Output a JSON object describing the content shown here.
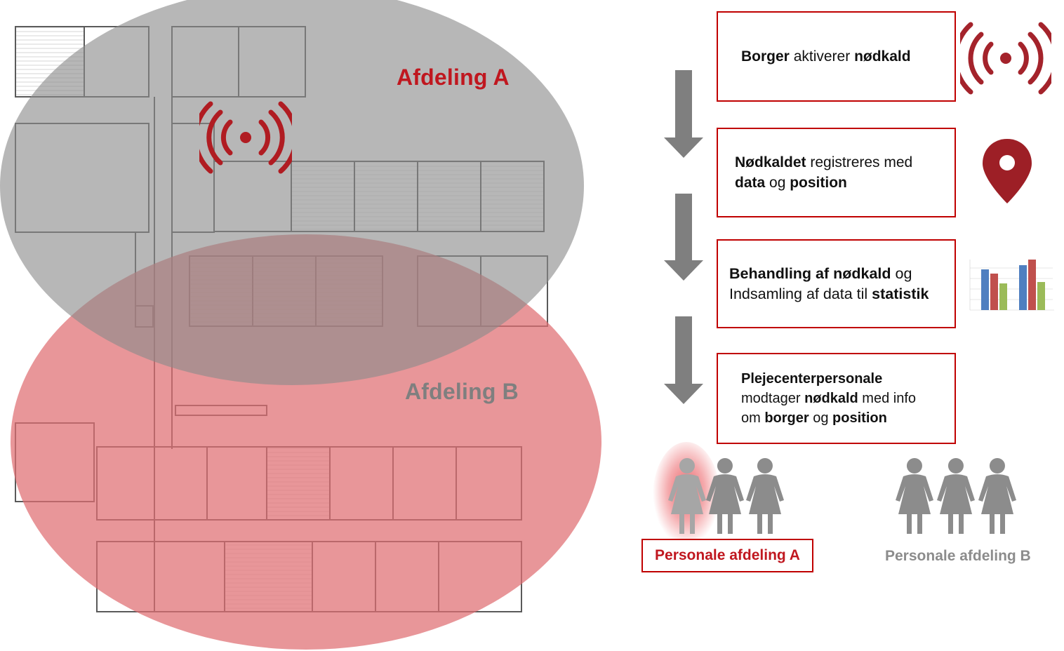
{
  "zones": {
    "a_label": "Afdeling A",
    "b_label": "Afdeling B"
  },
  "steps": [
    {
      "lines": [
        [
          {
            "t": "Borger",
            "b": true
          },
          {
            "t": " aktiverer ",
            "b": false
          },
          {
            "t": "nødkald",
            "b": true
          }
        ]
      ]
    },
    {
      "lines": [
        [
          {
            "t": "Nødkaldet",
            "b": true
          },
          {
            "t": " registreres med",
            "b": false
          }
        ],
        [
          {
            "t": "data",
            "b": true
          },
          {
            "t": " og ",
            "b": false
          },
          {
            "t": "position",
            "b": true
          }
        ]
      ]
    },
    {
      "lines": [
        [
          {
            "t": "Behandling af nødkald",
            "b": true
          },
          {
            "t": " og",
            "b": false
          }
        ],
        [
          {
            "t": "Indsamling af data til ",
            "b": false
          },
          {
            "t": "statistik",
            "b": true
          }
        ]
      ]
    },
    {
      "lines": [
        [
          {
            "t": "Plejecenterpersonale",
            "b": true
          }
        ],
        [
          {
            "t": "modtager ",
            "b": false
          },
          {
            "t": "nødkald",
            "b": true
          },
          {
            "t": " med info",
            "b": false
          }
        ],
        [
          {
            "t": "om ",
            "b": false
          },
          {
            "t": "borger",
            "b": true
          },
          {
            "t": " og ",
            "b": false
          },
          {
            "t": "position",
            "b": true
          }
        ]
      ]
    }
  ],
  "staff": {
    "a_label": "Personale afdeling A",
    "b_label": "Personale afdeling B"
  },
  "icons": {
    "alarm": "wireless-alarm-icon",
    "location": "location-pin-icon",
    "statistics": "bar-chart-icon",
    "person": "person-icon"
  },
  "colors": {
    "accent_red": "#c0171f",
    "box_border": "#c00000",
    "zone_a_fill": "#9a9a9a",
    "zone_b_fill": "#df6d72",
    "arrow_gray": "#808080",
    "person_gray": "#8c8c8c",
    "alert_glow": "#e8454b"
  }
}
